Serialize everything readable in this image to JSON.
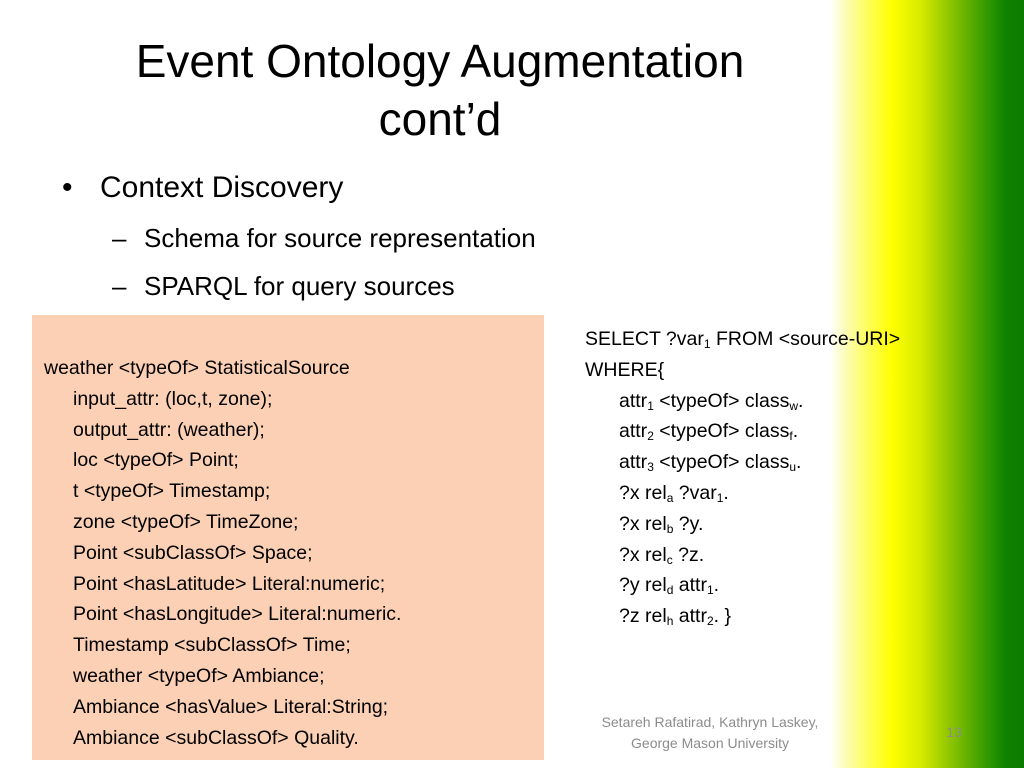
{
  "title": {
    "line1": "Event Ontology Augmentation",
    "line2": "cont’d"
  },
  "bullets": {
    "main": "Context Discovery",
    "sub": [
      "Schema for source representation",
      "SPARQL for query sources"
    ]
  },
  "schema": {
    "header": "weather <typeOf> StatisticalSource",
    "lines": [
      "input_attr: (loc,t, zone);",
      "output_attr: (weather);",
      "loc <typeOf> Point;",
      "t <typeOf> Timestamp;",
      "zone <typeOf> TimeZone;",
      "Point <subClassOf> Space;",
      "Point <hasLatitude> Literal:numeric;",
      "Point <hasLongitude> Literal:numeric.",
      "Timestamp <subClassOf> Time;",
      "weather <typeOf> Ambiance;",
      "Ambiance <hasValue> Literal:String;",
      "Ambiance <subClassOf> Quality."
    ]
  },
  "query": {
    "l1_a": "SELECT ?var",
    "l1_sub": "1",
    "l1_b": " FROM <source-URI>",
    "l2": "WHERE{",
    "l3_a": "attr",
    "l3_sub1": "1",
    "l3_b": " <typeOf> class",
    "l3_sub2": "w",
    "l3_c": ".",
    "l4_a": "attr",
    "l4_sub1": "2",
    "l4_b": " <typeOf> class",
    "l4_sub2": "f",
    "l4_c": ".",
    "l5_a": "attr",
    "l5_sub1": "3",
    "l5_b": " <typeOf> class",
    "l5_sub2": "u",
    "l5_c": ".",
    "l6_a": "?x rel",
    "l6_sub1": "a",
    "l6_b": " ?var",
    "l6_sub2": "1",
    "l6_c": ".",
    "l7_a": "?x rel",
    "l7_sub1": "b",
    "l7_b": " ?y.",
    "l8_a": "?x rel",
    "l8_sub1": "c",
    "l8_b": " ?z.",
    "l9_a": "?y rel",
    "l9_sub1": "d",
    "l9_b": " attr",
    "l9_sub2": "1",
    "l9_c": ".",
    "l10_a": "?z rel",
    "l10_sub1": "h",
    "l10_b": " attr",
    "l10_sub2": "2",
    "l10_c": ". }"
  },
  "footer": {
    "line1": "Setareh Rafatirad, Kathryn Laskey,",
    "line2": "George Mason University"
  },
  "page_number": "13",
  "colors": {
    "schema_box": "#fbd0b4",
    "gradient_yellow": "#ffff00",
    "gradient_green": "#0a7a00",
    "footer_text": "#8c8c8c"
  }
}
